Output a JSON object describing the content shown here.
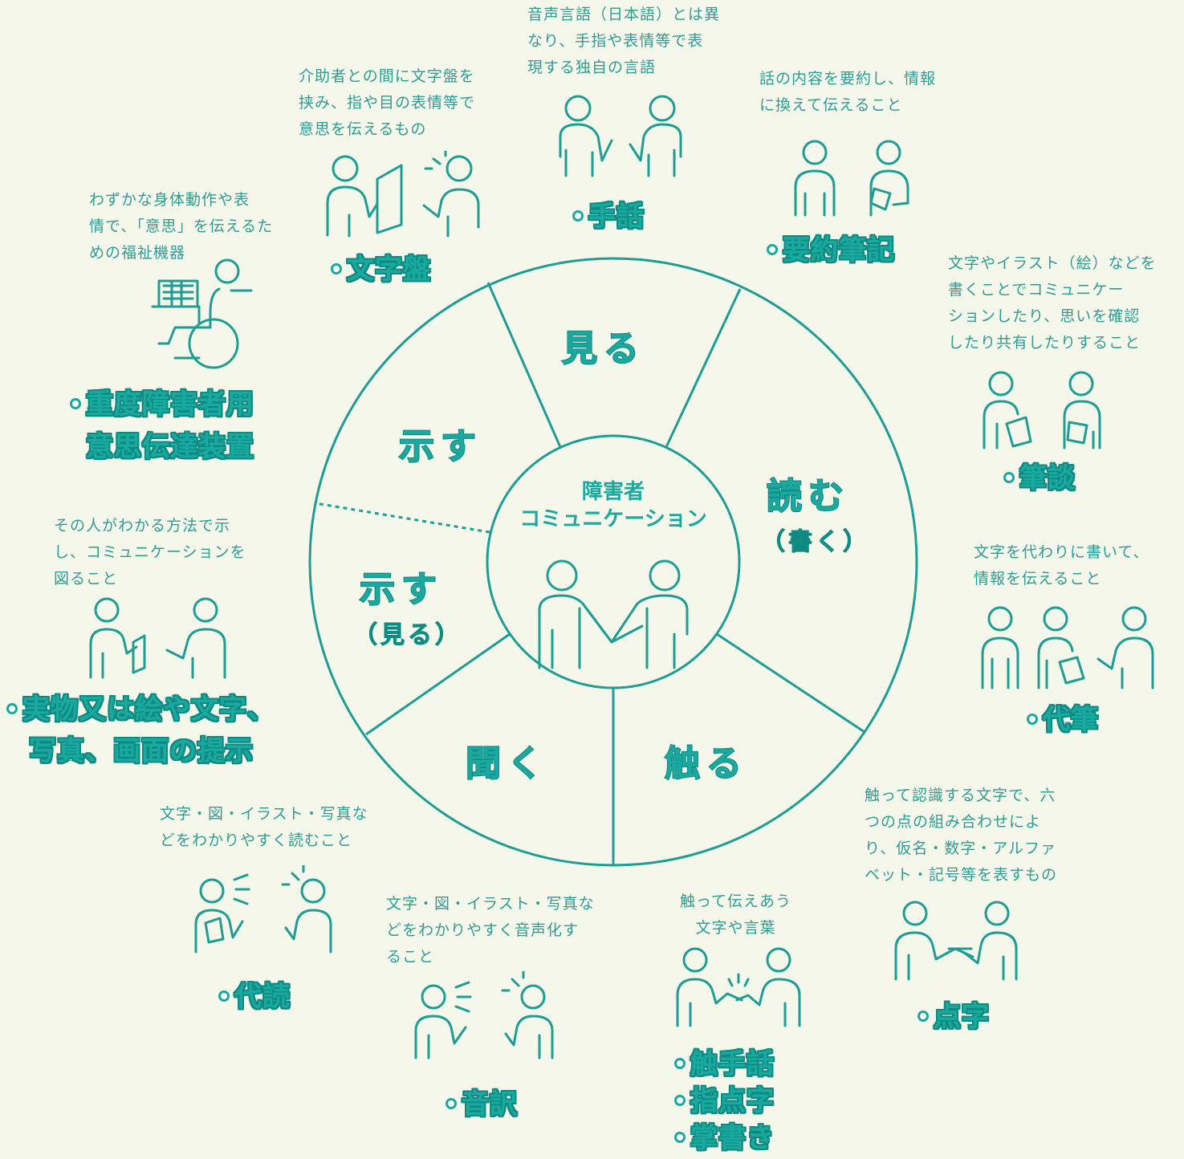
{
  "hub": {
    "line1": "障害者",
    "line2": "コミュニケーション"
  },
  "sectors": {
    "miru": "見る",
    "yomu": "読む",
    "yomu_sub": "（書く）",
    "fureru": "触る",
    "kiku": "聞く",
    "shimesu_top": "示す",
    "shimesu_bottom": "示す",
    "shimesu_bottom_sub": "（見る）"
  },
  "methods": {
    "shuwa": {
      "label": "手話",
      "desc": "音声言語（日本語）とは異\nなり、手指や表情等で表\n現する独自の言語"
    },
    "mojiban": {
      "label": "文字盤",
      "desc": "介助者との間に文字盤を\n挟み、指や目の表情等で\n意思を伝えるもの"
    },
    "youyaku": {
      "label": "要約筆記",
      "desc": "話の内容を要約し、情報\nに換えて伝えること"
    },
    "juudo": {
      "label1": "重度障害者用",
      "label2": "意思伝達装置",
      "desc": "わずかな身体動作や表\n情で、「意思」を伝えるた\nめの福祉機器"
    },
    "hitsudan": {
      "label": "筆談",
      "desc": "文字やイラスト（絵）などを\n書くことでコミュニケー\nションしたり、思いを確認\nしたり共有したりすること"
    },
    "daihitsu": {
      "label": "代筆",
      "desc": "文字を代わりに書いて、\n情報を伝えること"
    },
    "jitsubutsu": {
      "label1": "実物又は絵や文字、",
      "label2": "写真、画面の提示",
      "desc": "その人がわかる方法で示\nし、コミュニケーションを\n図ること"
    },
    "tenji": {
      "label": "点字",
      "desc": "触って認識する文字で、六\nつの点の組み合わせによ\nり、仮名・数字・アルファ\nベット・記号等を表すもの"
    },
    "daidoku": {
      "label": "代読",
      "desc": "文字・図・イラスト・写真な\nどをわかりやすく読むこと"
    },
    "onyaku": {
      "label": "音訳",
      "desc": "文字・図・イラスト・写真な\nどをわかりやすく音声化す\nること"
    },
    "shokushuwa": {
      "labels": [
        "触手話",
        "指点字",
        "掌書き"
      ],
      "desc": "触って伝えあう\n文字や言葉"
    }
  },
  "colors": {
    "teal": "#18a99f",
    "dark_teal": "#0f8a82",
    "background": "#f4f7ea",
    "line": "#1e9d94"
  }
}
